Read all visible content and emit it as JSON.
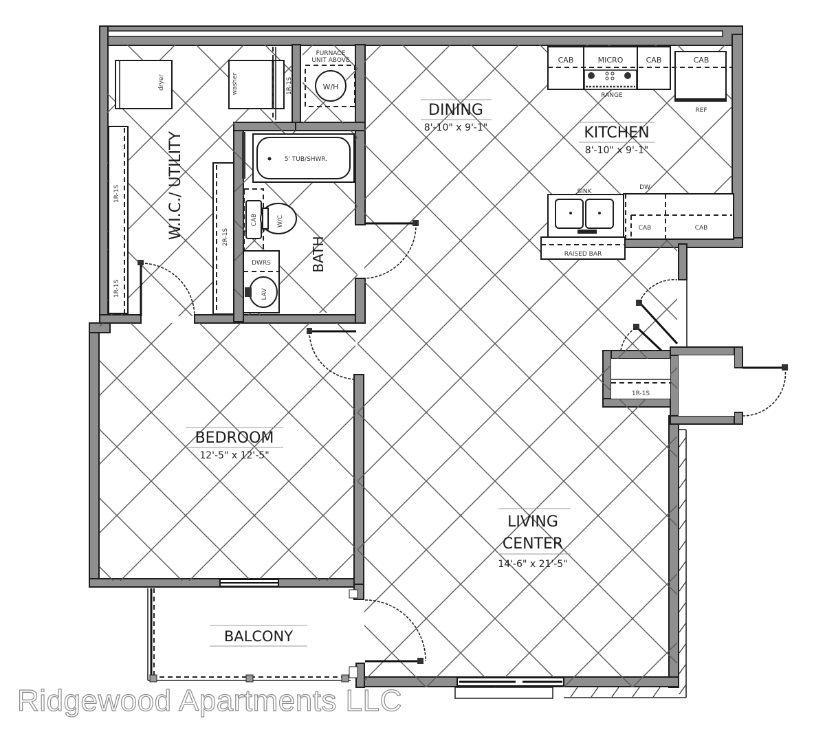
{
  "plan": {
    "rooms": [
      {
        "name": "DINING",
        "dimensions": "8'-10\" x 9'-1\""
      },
      {
        "name": "KITCHEN",
        "dimensions": "8'-10\" x 9'-1\""
      },
      {
        "name": "W.I.C./ UTILITY",
        "dimensions": ""
      },
      {
        "name": "BATH",
        "dimensions": ""
      },
      {
        "name": "BEDROOM",
        "dimensions": "12'-5\" x 12'-5\""
      },
      {
        "name": "LIVING",
        "name_line2": "CENTER",
        "dimensions": "14'-6\" x 21'-5\""
      },
      {
        "name": "BALCONY",
        "dimensions": ""
      }
    ],
    "fixtures": {
      "dryer": "dryer",
      "washer": "washer",
      "furnace": "FURNACE",
      "furnace_line2": "UNIT ABOVE",
      "water_heater": "W/H",
      "tub": "5' TUB/SHWR.",
      "bath_cab": "CAB",
      "toilet": "W/C",
      "drawers": "DWRS",
      "lavatory": "LAV",
      "kitchen_cab_1": "CAB",
      "micro": "MICRO",
      "kitchen_cab_2": "CAB",
      "kitchen_cab_3": "CAB",
      "range": "RANGE",
      "ref": "REF",
      "sink": "SINK",
      "dw": "DW",
      "lower_cab_1": "CAB",
      "lower_cab_2": "CAB",
      "raised_bar": "RAISED BAR",
      "shelf_wic_top": "1R-1S",
      "shelf_wic_left_1": "1R-1S",
      "shelf_wic_left_2": "1R-1S",
      "shelf_wic_mid": "2R-1S",
      "shelf_closet": "1R-1S"
    }
  },
  "watermark": "Ridgewood Apartments LLC"
}
